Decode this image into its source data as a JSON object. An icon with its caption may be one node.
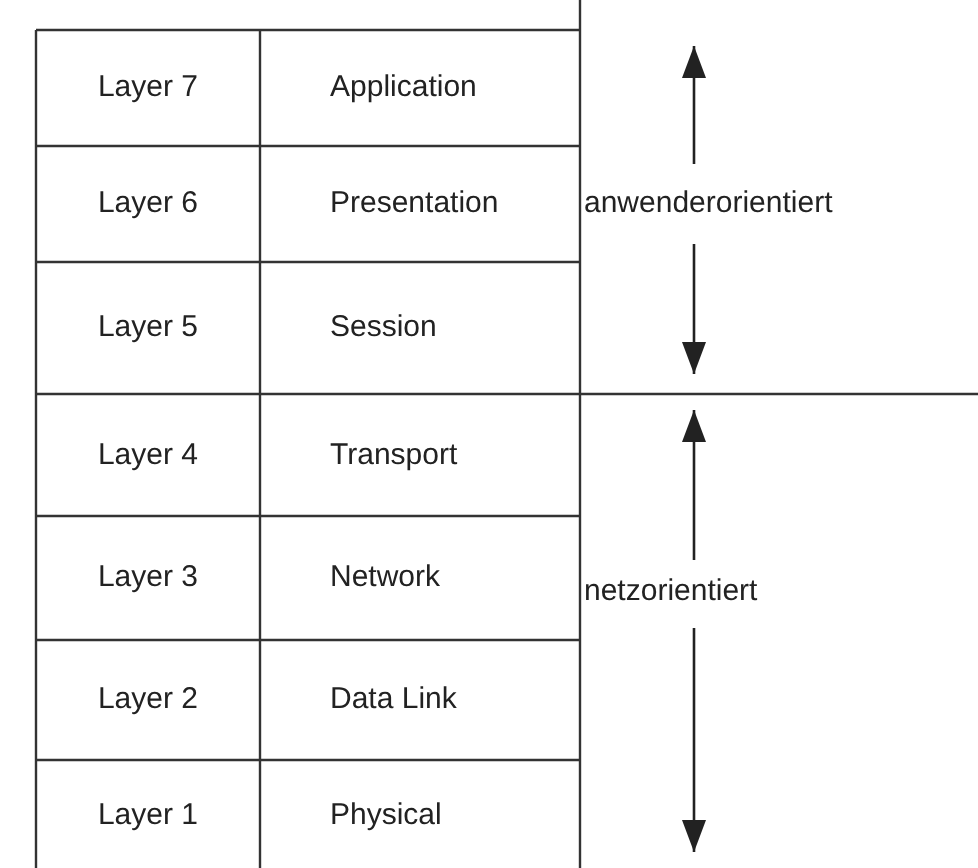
{
  "diagram": {
    "labels": [
      "Layer 7",
      "Application",
      "Layer 6",
      "Presentation",
      "Layer 5",
      "Session",
      "Layer 4",
      "Transport",
      "Layer 3",
      "Network",
      "Layer 2",
      "Data Link",
      "Layer 1",
      "Physical",
      "anwenderorientiert",
      "netzorientiert"
    ]
  }
}
